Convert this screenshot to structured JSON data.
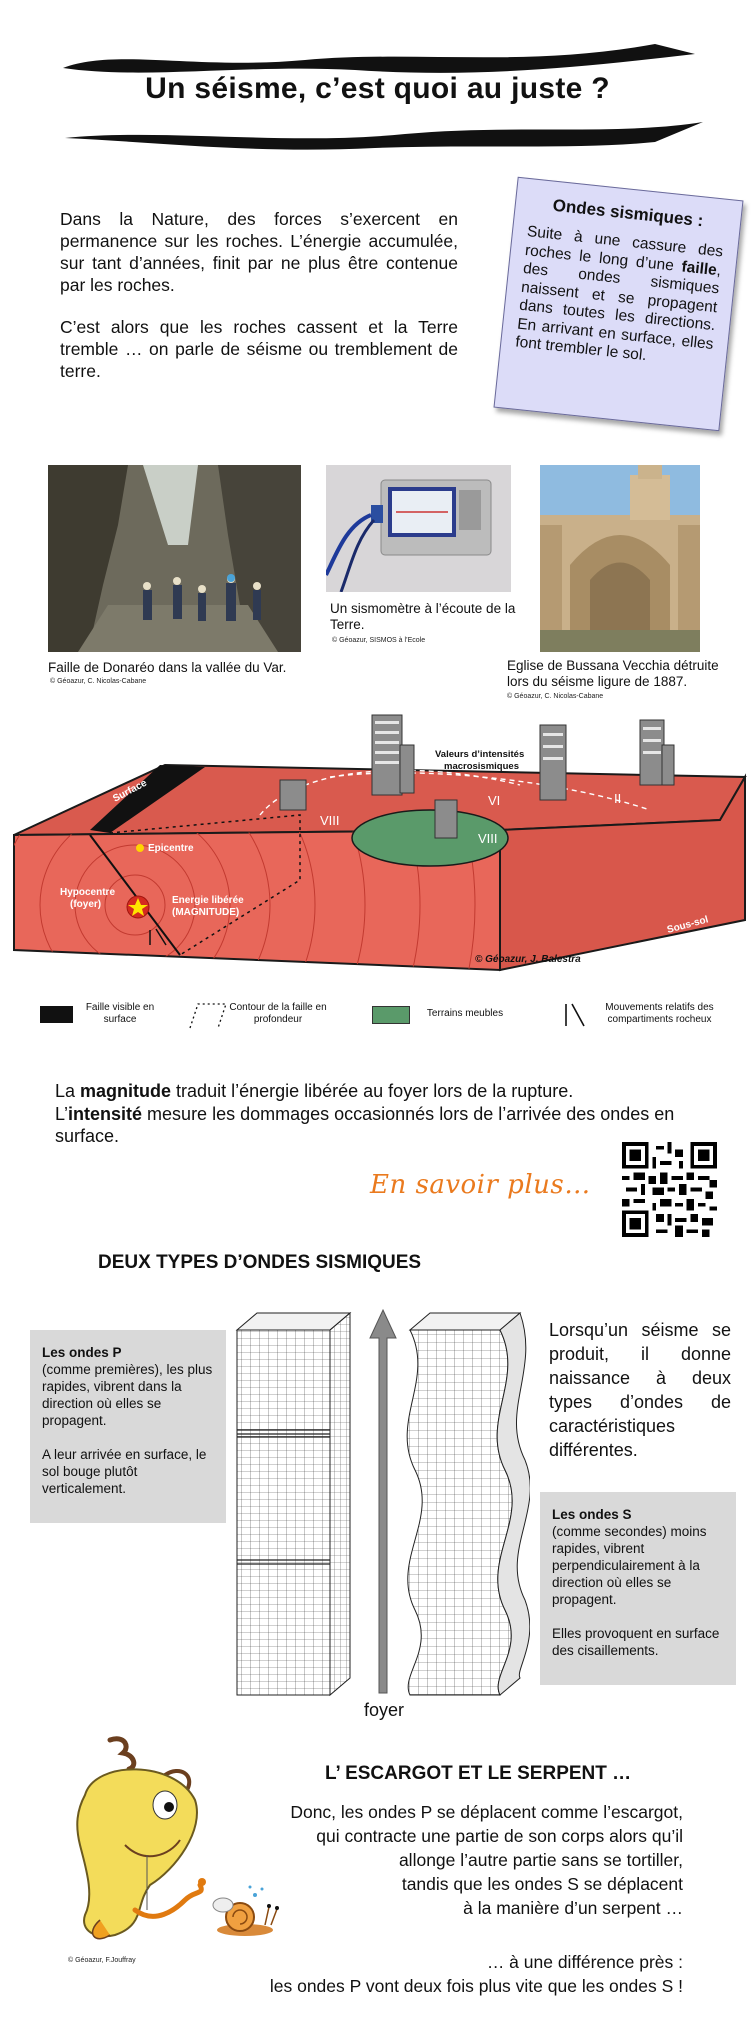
{
  "title": "Un séisme, c’est quoi au juste ?",
  "intro": {
    "p1": "Dans la Nature, des forces s’exercent en permanence sur les roches. L’énergie accumulée, sur tant d’années, finit par ne plus être contenue par les roches.",
    "p2": "C’est alors que les roches cassent et la Terre tremble … on parle de séisme ou tremblement de terre."
  },
  "ondes_box": {
    "heading": "Ondes sismiques :",
    "text_before": "Suite à une cassure des roches le long d’une ",
    "bold_word": "faille",
    "text_after": ", des ondes sismiques naissent et se propagent dans toutes les directions. En arrivant en surface, elles font trembler le sol."
  },
  "photos": {
    "faille_caption": "Faille de Donaréo dans la vallée du Var.",
    "faille_credit": "© Géoazur, C. Nicolas-Cabane",
    "sismometre_caption": "Un sismomètre à l’écoute de la Terre.",
    "sismometre_credit": "© Géoazur, SISMOS à l’Ecole",
    "eglise_caption": "Eglise de Bussana Vecchia détruite lors du séisme ligure de 1887.",
    "eglise_credit": "© Géoazur, C. Nicolas-Cabane"
  },
  "diagram": {
    "surface": "Surface",
    "epicentre": "Epicentre",
    "hypocentre_line1": "Hypocentre",
    "hypocentre_line2": "(foyer)",
    "energie_line1": "Energie libérée",
    "energie_line2": "(MAGNITUDE)",
    "valeurs_line1": "Valeurs d’intensités",
    "valeurs_line2": "macrosismiques",
    "sous_sol": "Sous-sol",
    "credit": "© Géoazur, J. Balestra",
    "intensities": [
      "VIII",
      "VI",
      "II",
      "VIII"
    ]
  },
  "legend": {
    "faille_visible": "Faille visible en surface",
    "contour": "Contour de la faille en profondeur",
    "terrains": "Terrains meubles",
    "mouvements": "Mouvements relatifs des compartiments rocheux"
  },
  "magnitude": {
    "l1_pre": "La ",
    "l1_bold": "magnitude",
    "l1_post": " traduit l’énergie libérée au foyer lors de la rupture.",
    "l2_pre": "L’",
    "l2_bold": "intensité",
    "l2_post": " mesure les dommages occasionnés lors de l’arrivée des ondes en surface."
  },
  "en_savoir_plus": "En savoir plus…",
  "types_heading": "DEUX TYPES D’ONDES SISMIQUES",
  "ondes_p": {
    "title": "Les ondes P",
    "text1": "(comme premières), les plus rapides, vibrent dans la direction où elles se propagent.",
    "text2": "A leur arrivée en surface, le sol bouge plutôt verticalement."
  },
  "lorsque": "Lorsqu’un séisme se produit, il donne naissance à deux types d’ondes de caractéristiques différentes.",
  "ondes_s": {
    "title": "Les ondes S",
    "text1": "(comme secondes) moins rapides, vibrent perpendiculairement à la direction où elles se propagent.",
    "text2": "Elles provoquent en surface des cisaillements."
  },
  "foyer": "foyer",
  "escargot_heading": "L’ ESCARGOT ET LE SERPENT …",
  "escargot_lines": [
    "Donc, les ondes P se déplacent comme l’escargot,",
    "qui contracte une partie de son corps alors qu’il",
    "allonge l’autre partie sans se tortiller,",
    "tandis que les ondes S se déplacent",
    "à la manière d’un serpent …"
  ],
  "diff_lines": [
    "… à une différence près :",
    "les ondes P vont deux fois plus vite que les ondes S !"
  ],
  "cartoon_credit": "© Géoazur, F.Jouffray"
}
